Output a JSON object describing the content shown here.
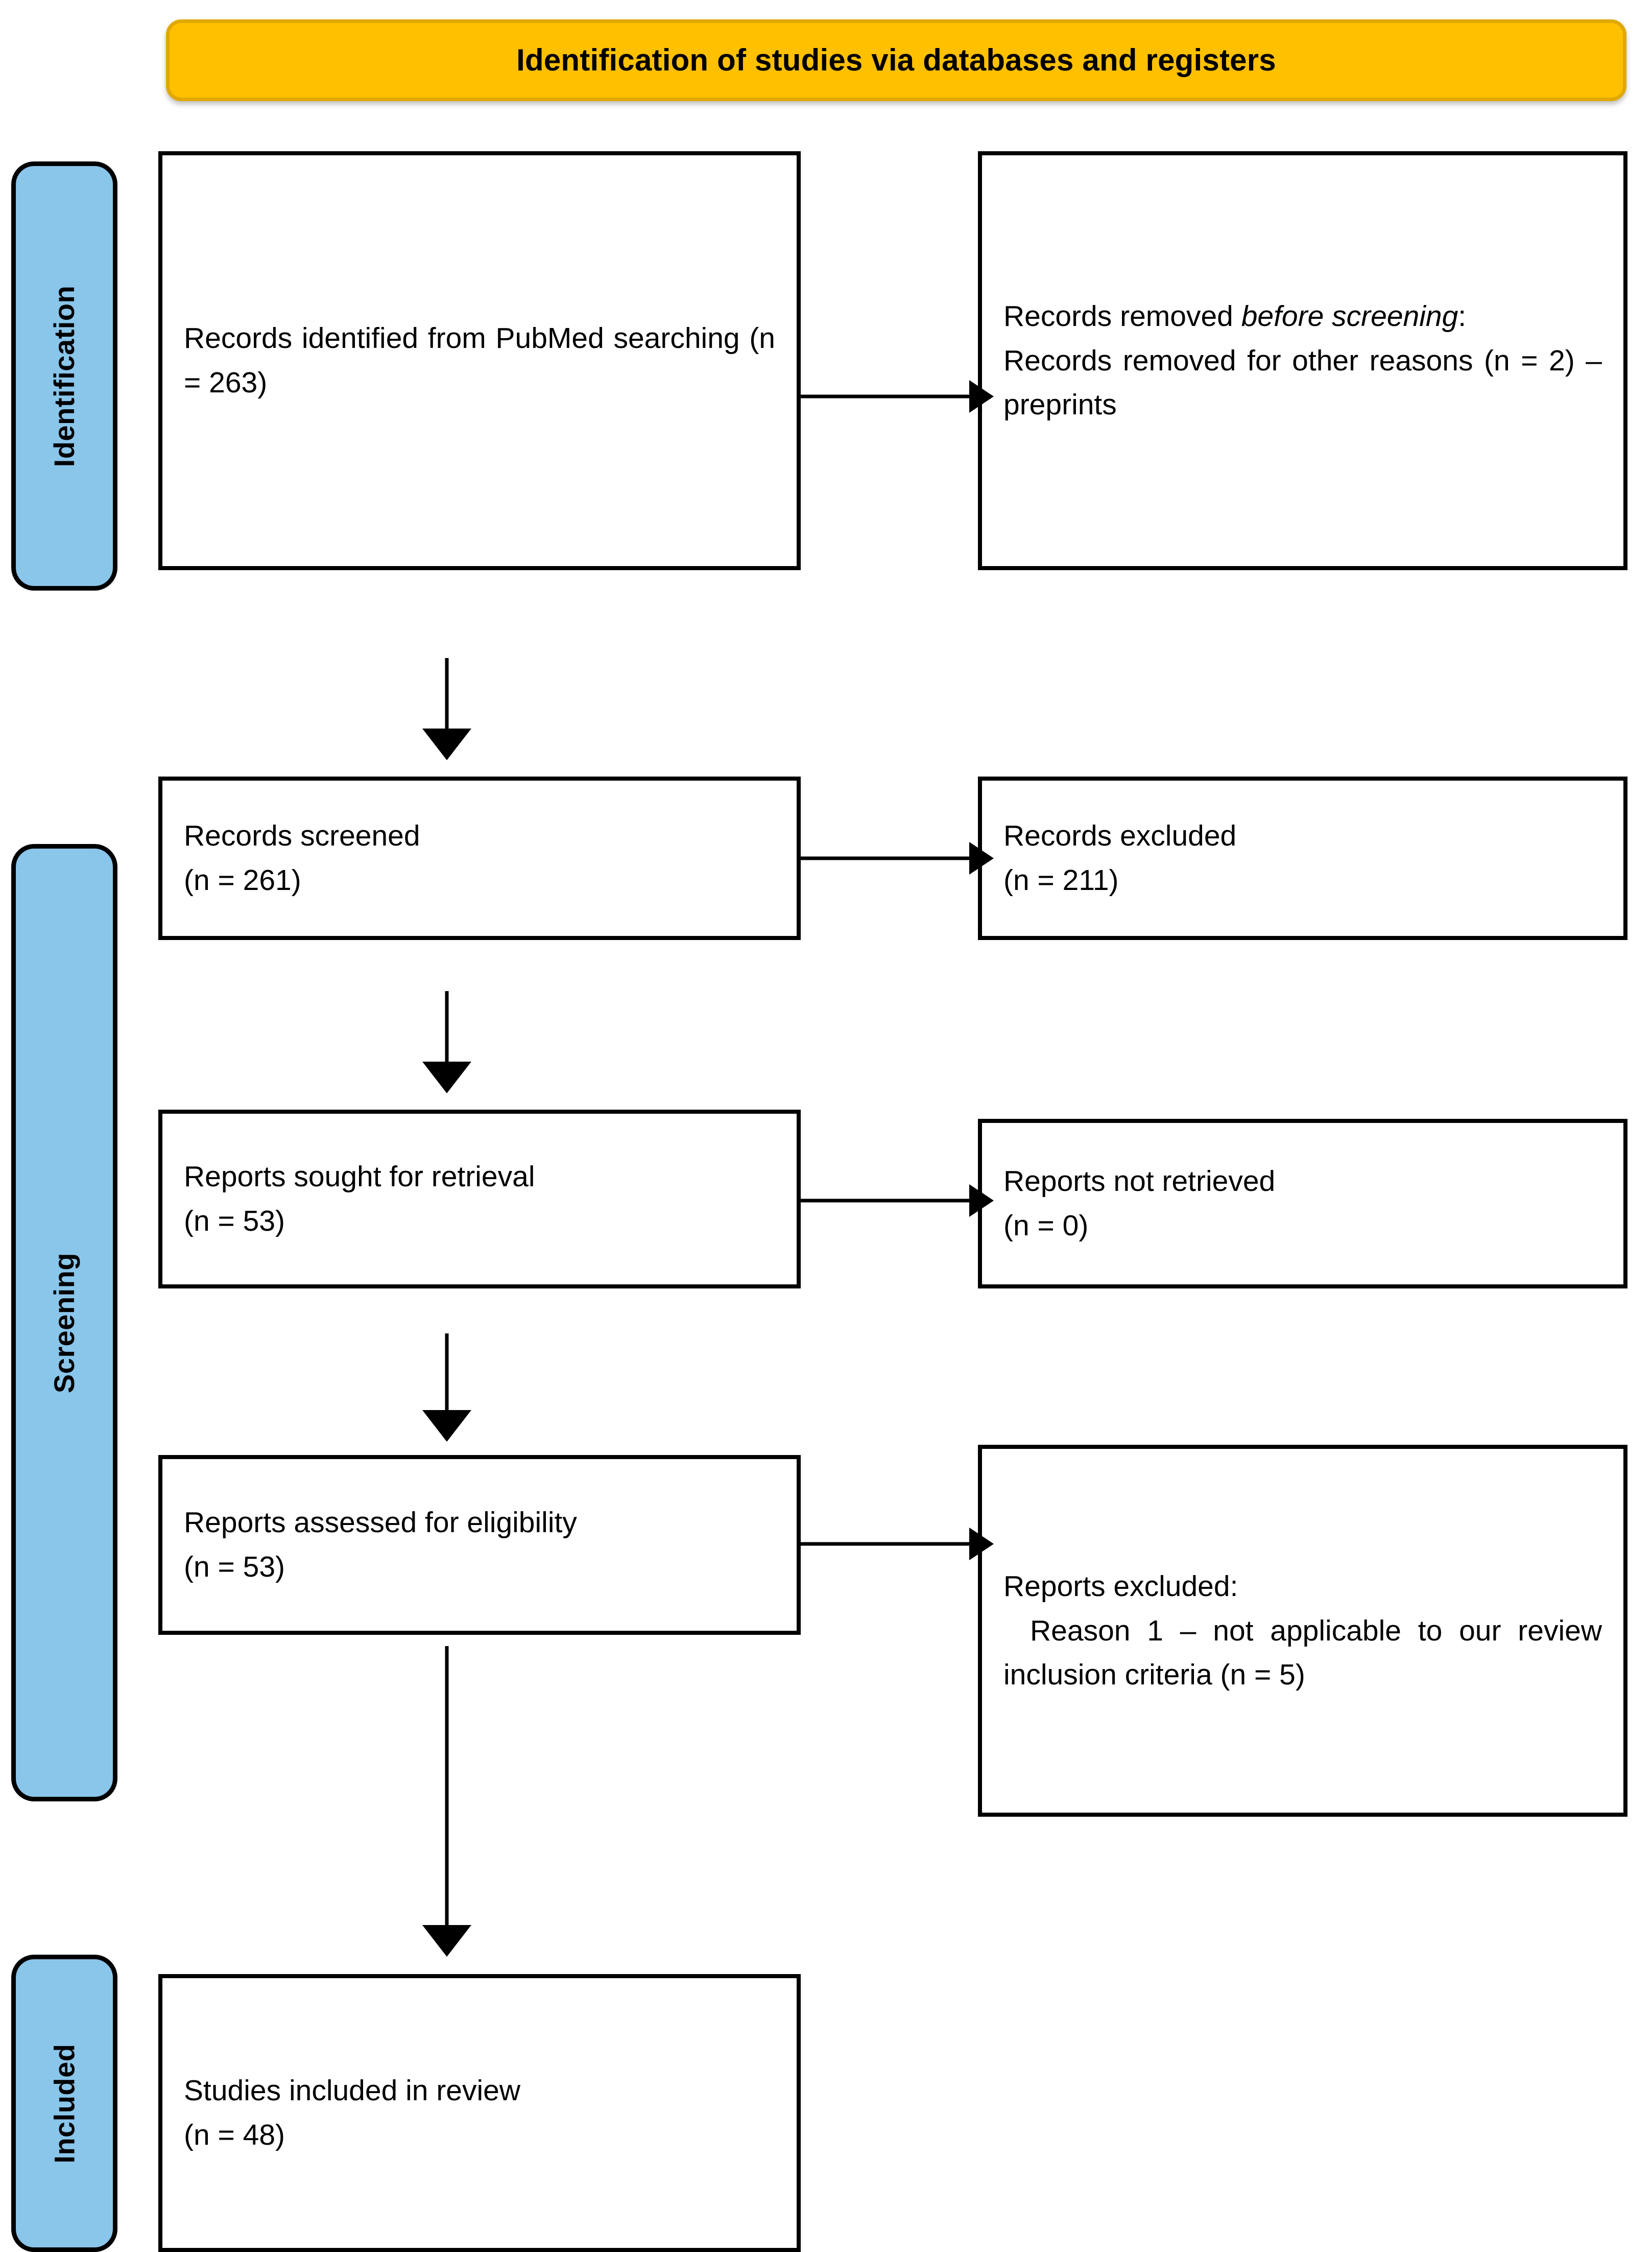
{
  "header": {
    "title": "Identification of studies via databases and registers",
    "background_color": "#FFC000",
    "border_color": "#E0A800"
  },
  "colors": {
    "stage_pill_fill": "#8AC5EA",
    "stage_pill_border": "#000000",
    "box_border": "#000000",
    "page_background": "#FFFFFF"
  },
  "stages": [
    {
      "id": "identification",
      "label": "Identification"
    },
    {
      "id": "screening",
      "label": "Screening"
    },
    {
      "id": "included",
      "label": "Included"
    }
  ],
  "boxes": {
    "identified": {
      "line1": "Records identified from PubMed searching (n = 263)"
    },
    "removed_before_screening": {
      "line1_prefix": "Records removed ",
      "line1_italic": "before screening",
      "line1_suffix": ":",
      "line2": "Records removed for other reasons (n = 2) – preprints"
    },
    "records_screened": {
      "line1": "Records screened",
      "line2": "(n = 261)"
    },
    "records_excluded": {
      "line1": "Records excluded",
      "line2": "(n = 211)"
    },
    "reports_sought": {
      "line1": "Reports sought for retrieval",
      "line2": "(n = 53)"
    },
    "reports_not_retrieved": {
      "line1": "Reports not retrieved",
      "line2": "(n = 0)"
    },
    "reports_assessed": {
      "line1": "Reports assessed for eligibility",
      "line2": "(n = 53)"
    },
    "reports_excluded": {
      "line1": "Reports excluded:",
      "line2": "Reason 1 – not applicable to our review inclusion criteria (n = 5)"
    },
    "studies_included": {
      "line1": "Studies included in review",
      "line2": "(n = 48)"
    }
  },
  "chart_data": {
    "type": "diagram",
    "title": "Identification of studies via databases and registers",
    "diagram_kind": "PRISMA 2020 flow diagram",
    "stages": [
      "Identification",
      "Screening",
      "Included"
    ],
    "nodes": [
      {
        "id": "identified",
        "stage": "Identification",
        "column": "left",
        "label": "Records identified from PubMed searching",
        "n": 263
      },
      {
        "id": "removed_before",
        "stage": "Identification",
        "column": "right",
        "label": "Records removed before screening: Records removed for other reasons – preprints",
        "n": 2
      },
      {
        "id": "records_screened",
        "stage": "Screening",
        "column": "left",
        "label": "Records screened",
        "n": 261
      },
      {
        "id": "records_excluded",
        "stage": "Screening",
        "column": "right",
        "label": "Records excluded",
        "n": 211
      },
      {
        "id": "reports_sought",
        "stage": "Screening",
        "column": "left",
        "label": "Reports sought for retrieval",
        "n": 53
      },
      {
        "id": "reports_not_retrieved",
        "stage": "Screening",
        "column": "right",
        "label": "Reports not retrieved",
        "n": 0
      },
      {
        "id": "reports_assessed",
        "stage": "Screening",
        "column": "left",
        "label": "Reports assessed for eligibility",
        "n": 53
      },
      {
        "id": "reports_excluded",
        "stage": "Screening",
        "column": "right",
        "label": "Reports excluded: Reason 1 – not applicable to our review inclusion criteria",
        "n": 5
      },
      {
        "id": "studies_included",
        "stage": "Included",
        "column": "left",
        "label": "Studies included in review",
        "n": 48
      }
    ],
    "edges": [
      {
        "from": "identified",
        "to": "removed_before",
        "direction": "horizontal"
      },
      {
        "from": "identified",
        "to": "records_screened",
        "direction": "vertical"
      },
      {
        "from": "records_screened",
        "to": "records_excluded",
        "direction": "horizontal"
      },
      {
        "from": "records_screened",
        "to": "reports_sought",
        "direction": "vertical"
      },
      {
        "from": "reports_sought",
        "to": "reports_not_retrieved",
        "direction": "horizontal"
      },
      {
        "from": "reports_sought",
        "to": "reports_assessed",
        "direction": "vertical"
      },
      {
        "from": "reports_assessed",
        "to": "reports_excluded",
        "direction": "horizontal"
      },
      {
        "from": "reports_assessed",
        "to": "studies_included",
        "direction": "vertical"
      }
    ]
  }
}
